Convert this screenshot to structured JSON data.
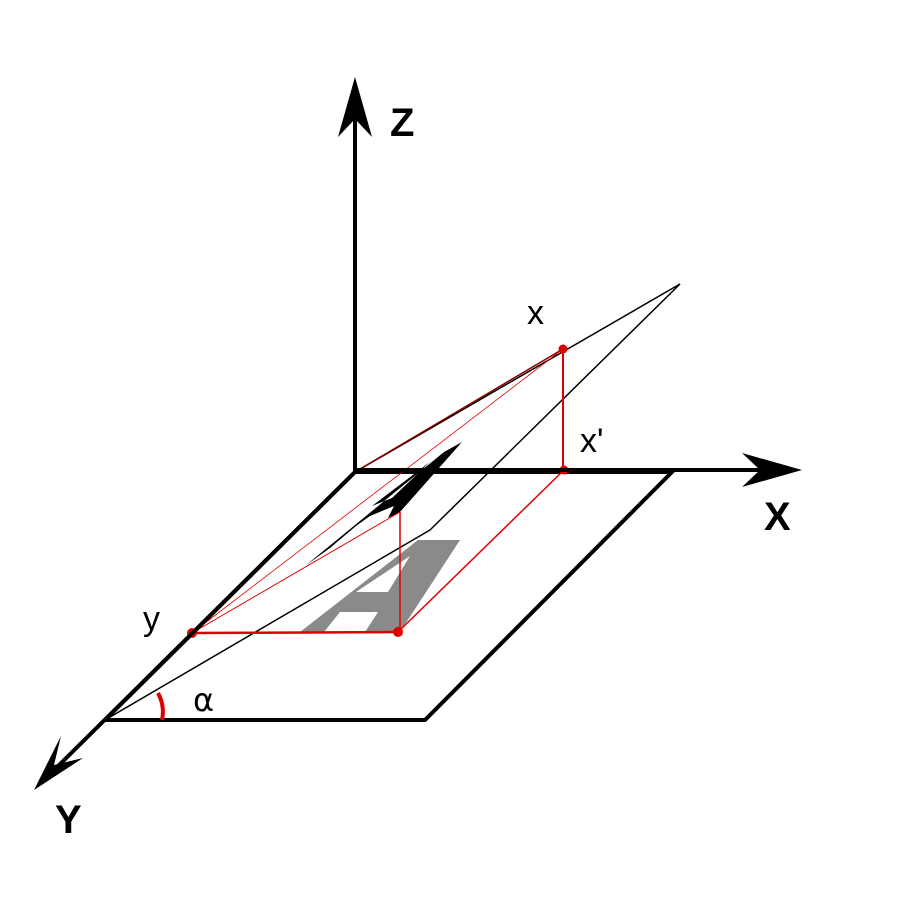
{
  "axes": {
    "x_label": "X",
    "y_label": "Y",
    "z_label": "Z"
  },
  "points": {
    "x_label": "x",
    "x_prime_label": "x'",
    "y_label": "y"
  },
  "angle": {
    "label": "α"
  },
  "letters": {
    "tilted": "A",
    "projected": "A"
  },
  "colors": {
    "axis": "#000000",
    "plane": "#000000",
    "projection": "#e00000",
    "tilted_letter": "#000000",
    "projected_letter": "#8a8a8a",
    "background": "#ffffff"
  }
}
